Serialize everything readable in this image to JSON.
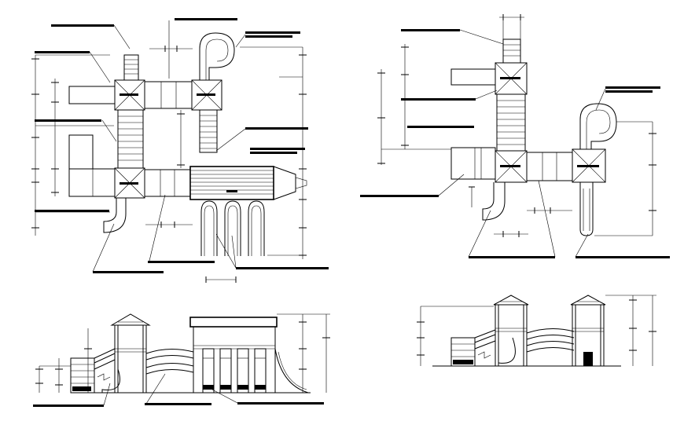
{
  "drawing": {
    "type": "cad-playground-structure",
    "views": [
      "plan-1",
      "plan-2",
      "elevation-1",
      "elevation-2"
    ],
    "line_color": "#000000",
    "background": "#ffffff"
  }
}
